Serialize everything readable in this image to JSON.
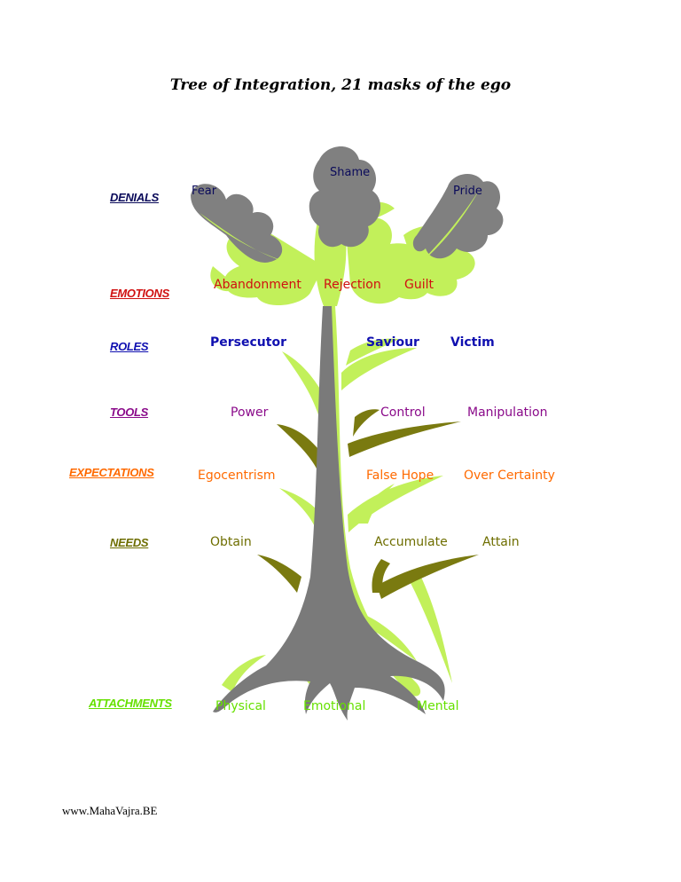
{
  "title": "Tree of Integration, 21 masks of the ego",
  "colors": {
    "denials": "#0a0a5a",
    "emotions": "#d01010",
    "roles": "#1010b0",
    "tools": "#8a0a8a",
    "expectations": "#ff6a00",
    "needs": "#6e6e00",
    "attachments": "#66e000",
    "trunk": "#7a7a7a",
    "leaf_gray": "#808080",
    "leaf_green": "#c2f05a",
    "branch_olive": "#7a7a10"
  },
  "categories": {
    "denials": "DENIALS",
    "emotions": "EMOTIONS",
    "roles": "ROLES",
    "tools": "TOOLS",
    "expectations": "EXPECTATIONS",
    "needs": "NEEDS",
    "attachments": "ATTACHMENTS"
  },
  "denials": [
    "Fear",
    "Shame",
    "Pride"
  ],
  "emotions": [
    "Abandonment",
    "Rejection",
    "Guilt"
  ],
  "roles": [
    "Persecutor",
    "Saviour",
    "Victim"
  ],
  "tools": [
    "Power",
    "Control",
    "Manipulation"
  ],
  "expectations": [
    "Egocentrism",
    "False Hope",
    "Over Certainty"
  ],
  "needs": [
    "Obtain",
    "Accumulate",
    "Attain"
  ],
  "attachments": [
    "Physical",
    "Emotional",
    "Mental"
  ],
  "footer": "www.MahaVajra.BE"
}
